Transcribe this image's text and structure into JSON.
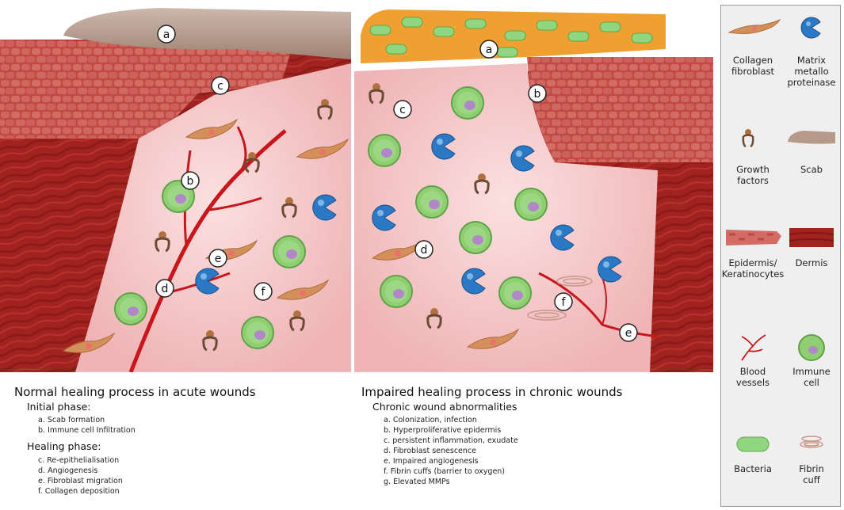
{
  "panels": {
    "left": {
      "markers": [
        "a",
        "b",
        "c",
        "d",
        "e",
        "f"
      ],
      "title": "Normal healing process in acute wounds",
      "phases": [
        {
          "name": "Initial phase:",
          "items": [
            "a. Scab formation",
            "b. Immune cell Infiltration"
          ]
        },
        {
          "name": "Healing phase:",
          "items": [
            "c. Re-epithelialisation",
            "d. Angiogenesis",
            "e. Fibroblast migration",
            "f. Collagen deposition"
          ]
        }
      ]
    },
    "right": {
      "markers": [
        "a",
        "b",
        "c",
        "d",
        "e",
        "f"
      ],
      "title": "Impaired healing process in chronic wounds",
      "subtitle": "Chronic wound abnormalities",
      "items": [
        "a. Colonization, infection",
        "b. Hyperproliferative epidermis",
        "c. persistent inflammation, exudate",
        "d. Fibroblast senescence",
        "e. Impaired angiogenesis",
        "f. Fibrin cuffs (barrier to oxygen)",
        "g. Elevated MMPs"
      ]
    }
  },
  "legend": [
    {
      "label": "Collagen fibroblast",
      "lines": [
        "Collagen",
        "fibroblast"
      ],
      "icon": "fibroblast-icon"
    },
    {
      "label": "Matrix metallo proteinase",
      "lines": [
        "Matrix",
        "metallo",
        "proteinase"
      ],
      "icon": "mmp-icon"
    },
    {
      "label": "Growth factors",
      "lines": [
        "Growth",
        "factors"
      ],
      "icon": "growth-factor-icon"
    },
    {
      "label": "Scab",
      "lines": [
        "Scab"
      ],
      "icon": "scab-icon"
    },
    {
      "label": "Epidermis/ Keratinocytes",
      "lines": [
        "Epidermis/",
        "Keratinocytes"
      ],
      "icon": "epidermis-icon"
    },
    {
      "label": "Dermis",
      "lines": [
        "Dermis"
      ],
      "icon": "dermis-icon"
    },
    {
      "label": "Blood vessels",
      "lines": [
        "Blood",
        "vessels"
      ],
      "icon": "blood-vessel-icon"
    },
    {
      "label": "Immune cell",
      "lines": [
        "Immune",
        "cell"
      ],
      "icon": "immune-cell-icon"
    },
    {
      "label": "Bacteria",
      "lines": [
        "Bacteria"
      ],
      "icon": "bacteria-icon"
    },
    {
      "label": "Fibrin cuff",
      "lines": [
        "Fibrin",
        "cuff"
      ],
      "icon": "fibrin-cuff-icon"
    }
  ],
  "colors": {
    "dermis": "#a8251f",
    "epidermis": "#c8504a",
    "wound_bed": "#f6c9c9",
    "scab": "#b59a8a",
    "bacteria_layer": "#f0a030",
    "bacteria": "#8fd67e",
    "immune_cell": "#8fcf72",
    "mmp": "#2b78c4",
    "fibroblast": "#d4905a",
    "vessel": "#c8161c"
  }
}
